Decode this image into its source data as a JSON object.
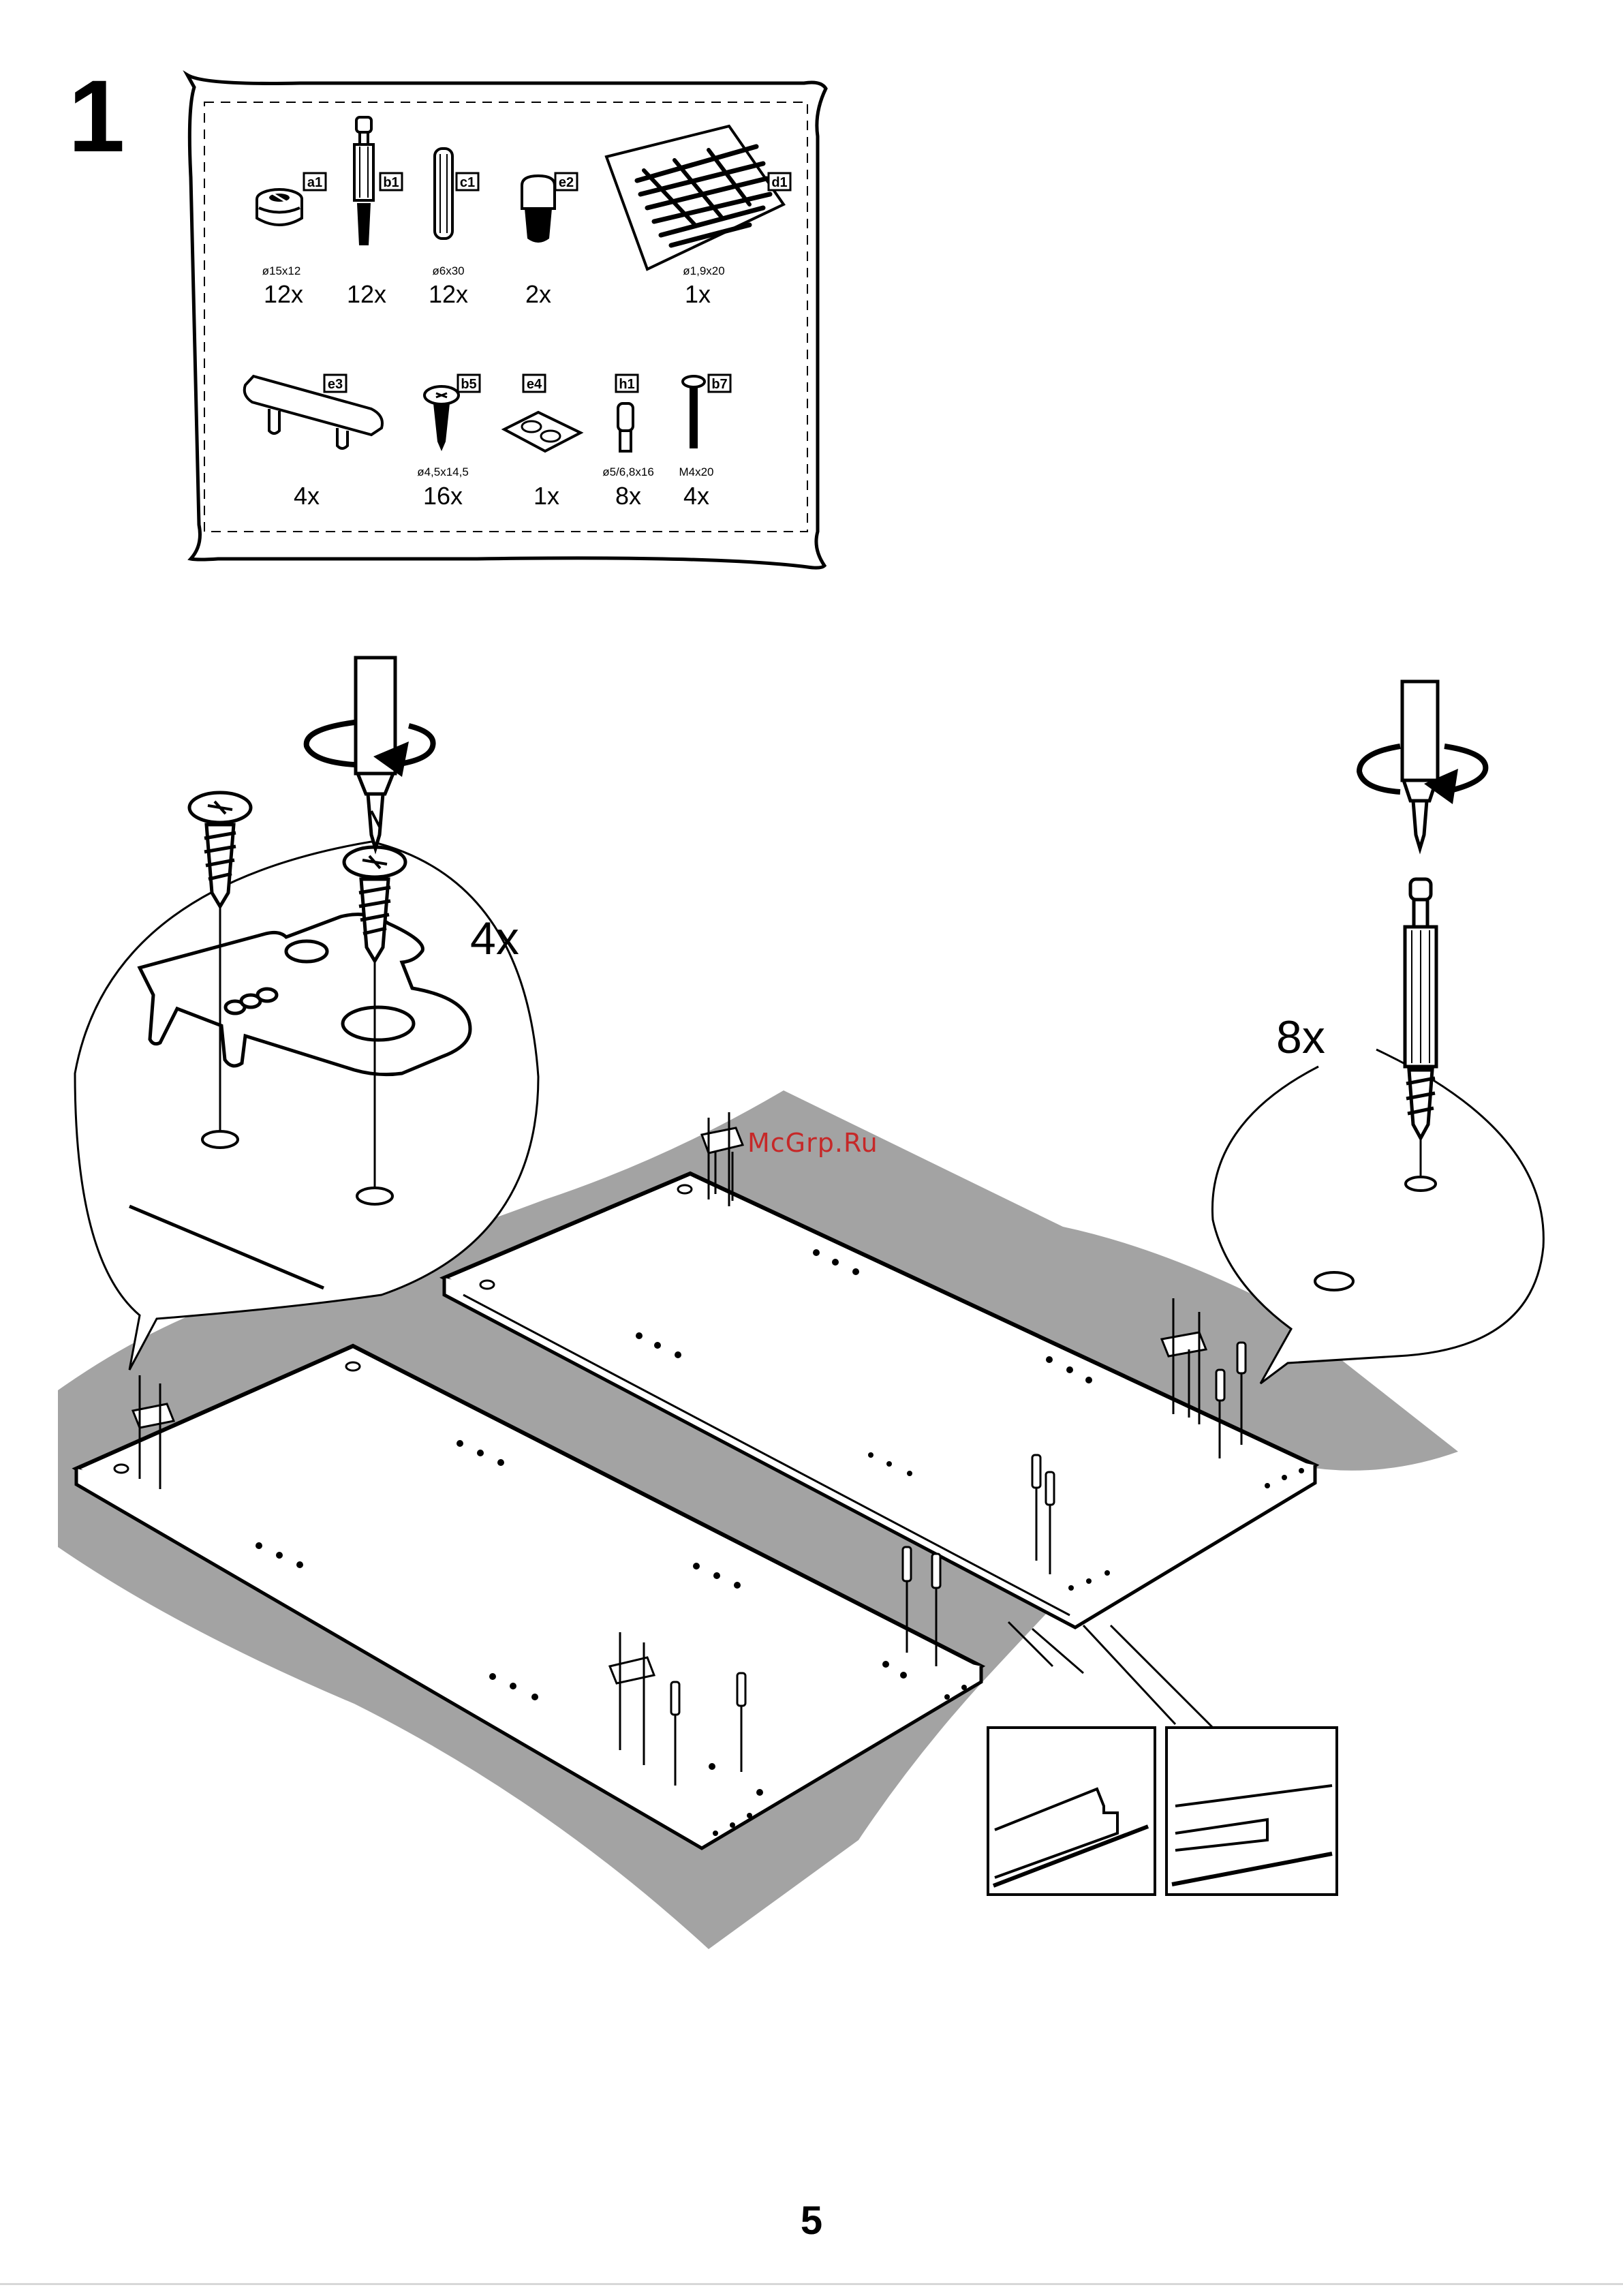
{
  "step": {
    "number": "1"
  },
  "parts_bag": {
    "row1": [
      {
        "id": "a1",
        "spec": "ø15x12",
        "qty": "12x",
        "icon": "cam-lock-icon"
      },
      {
        "id": "b1",
        "spec": "",
        "qty": "12x",
        "icon": "cam-bolt-icon"
      },
      {
        "id": "c1",
        "spec": "ø6x30",
        "qty": "12x",
        "icon": "wood-dowel-icon"
      },
      {
        "id": "e2",
        "spec": "",
        "qty": "2x",
        "icon": "plastic-plug-icon"
      },
      {
        "id": "d1",
        "spec": "ø1,9x20",
        "qty": "1x",
        "icon": "nail-bag-icon"
      }
    ],
    "row2": [
      {
        "id": "e3",
        "spec": "",
        "qty": "4x",
        "icon": "plastic-connector-icon"
      },
      {
        "id": "b5",
        "spec": "ø4,5x14,5",
        "qty": "16x",
        "icon": "wood-screw-icon"
      },
      {
        "id": "e4",
        "spec": "",
        "qty": "1x",
        "icon": "felt-pads-icon"
      },
      {
        "id": "h1",
        "spec": "ø5/6,8x16",
        "qty": "8x",
        "icon": "shelf-pin-icon"
      },
      {
        "id": "b7",
        "spec": "M4x20",
        "qty": "4x",
        "icon": "machine-screw-icon"
      }
    ]
  },
  "callouts": {
    "left": {
      "count": "4x"
    },
    "right": {
      "count": "8x"
    }
  },
  "watermark": "McGrp.Ru",
  "page": {
    "number": "5"
  }
}
